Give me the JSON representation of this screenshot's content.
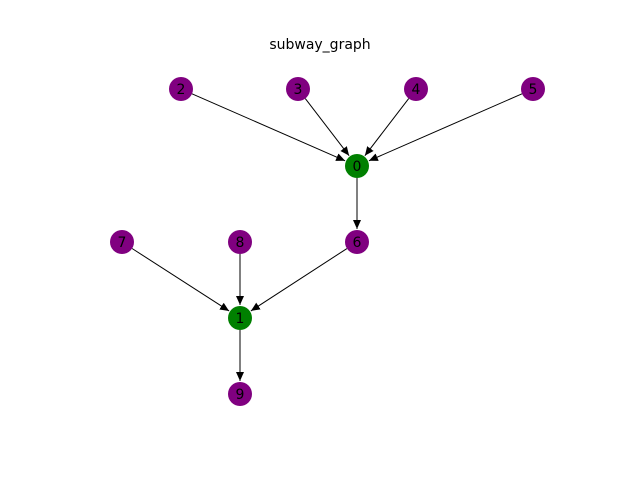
{
  "title": "subway_graph",
  "colors": {
    "default_node": "#800080",
    "hub_node": "#008000",
    "edge": "#000000",
    "label": "#000000"
  },
  "nodes": [
    {
      "id": "0",
      "label": "0",
      "kind": "hub"
    },
    {
      "id": "1",
      "label": "1",
      "kind": "hub"
    },
    {
      "id": "2",
      "label": "2",
      "kind": "default"
    },
    {
      "id": "3",
      "label": "3",
      "kind": "default"
    },
    {
      "id": "4",
      "label": "4",
      "kind": "default"
    },
    {
      "id": "5",
      "label": "5",
      "kind": "default"
    },
    {
      "id": "6",
      "label": "6",
      "kind": "default"
    },
    {
      "id": "7",
      "label": "7",
      "kind": "default"
    },
    {
      "id": "8",
      "label": "8",
      "kind": "default"
    },
    {
      "id": "9",
      "label": "9",
      "kind": "default"
    }
  ],
  "edges": [
    {
      "from": "2",
      "to": "0"
    },
    {
      "from": "3",
      "to": "0"
    },
    {
      "from": "4",
      "to": "0"
    },
    {
      "from": "5",
      "to": "0"
    },
    {
      "from": "0",
      "to": "6"
    },
    {
      "from": "6",
      "to": "1"
    },
    {
      "from": "7",
      "to": "1"
    },
    {
      "from": "8",
      "to": "1"
    },
    {
      "from": "1",
      "to": "9"
    }
  ]
}
